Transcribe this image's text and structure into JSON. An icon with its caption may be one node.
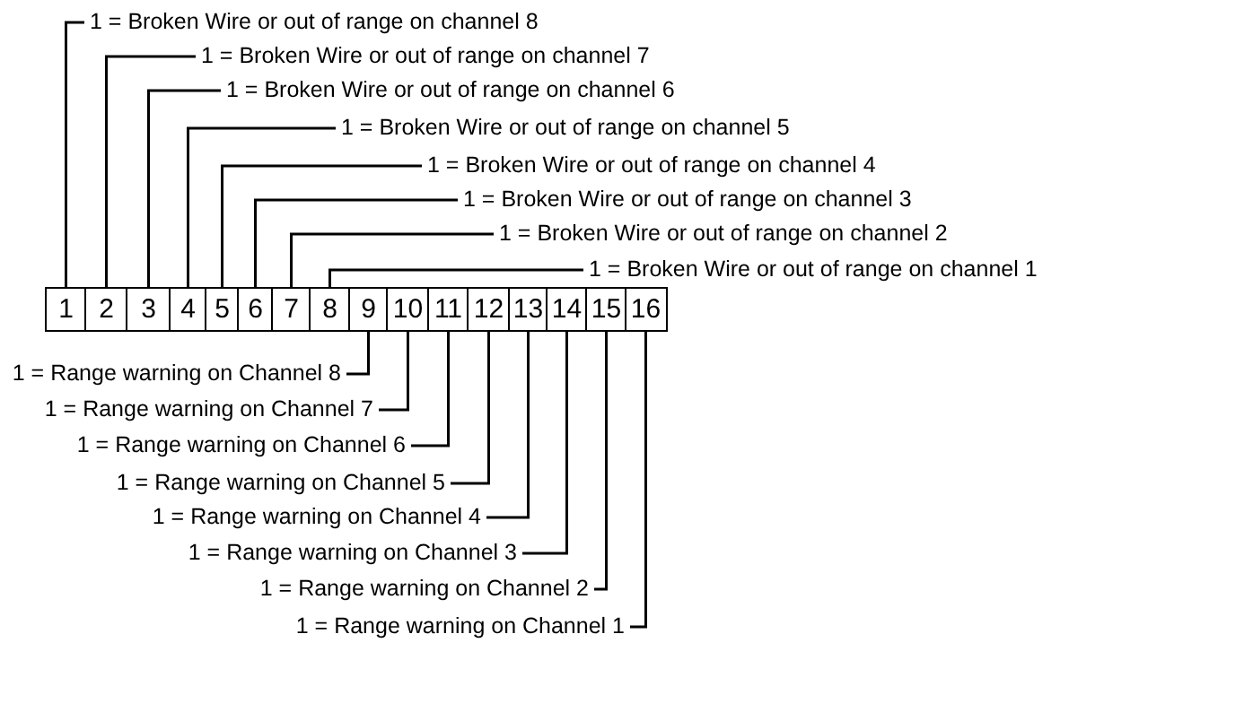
{
  "diagram": {
    "nodes": [
      {
        "text": [
          "1 = Broken Wire or out of range on channel 8"
        ]
      },
      {
        "text": [
          "1 = Broken Wire or out of range on channel 7"
        ]
      },
      {
        "text": [
          "1 = Broken Wire or out of range on channel 6"
        ]
      },
      {
        "text": [
          "1 = Broken Wire or out of range on channel 5"
        ]
      },
      {
        "text": [
          "1 = Broken Wire or out of range on channel 4"
        ]
      },
      {
        "text": [
          "1 = Broken Wire or out of range on channel 3"
        ]
      },
      {
        "text": [
          "1 = Broken Wire or out of range on channel 2"
        ]
      },
      {
        "text": [
          "1 = Broken Wire or out of range on channel 1"
        ]
      },
      {
        "text": [
          "1"
        ]
      },
      {
        "text": [
          "2"
        ]
      },
      {
        "text": [
          "3"
        ]
      },
      {
        "text": [
          "4"
        ]
      },
      {
        "text": [
          "5"
        ]
      },
      {
        "text": [
          "6"
        ]
      },
      {
        "text": [
          "7"
        ]
      },
      {
        "text": [
          "8"
        ]
      },
      {
        "text": [
          "9"
        ]
      },
      {
        "text": [
          "10"
        ]
      },
      {
        "text": [
          "11"
        ]
      },
      {
        "text": [
          "12"
        ]
      },
      {
        "text": [
          "13"
        ]
      },
      {
        "text": [
          "14"
        ]
      },
      {
        "text": [
          "15"
        ]
      },
      {
        "text": [
          "16"
        ]
      },
      {
        "text": [
          "1 = Range warning on Channel 8"
        ]
      },
      {
        "text": [
          "1 = Range warning on Channel 7"
        ]
      },
      {
        "text": [
          "1 = Range warning on Channel 6"
        ]
      },
      {
        "text": [
          "1 = Range warning on Channel 5"
        ]
      },
      {
        "text": [
          "1 = Range warning on Channel 4"
        ]
      },
      {
        "text": [
          "1 = Range warning on Channel 3"
        ]
      },
      {
        "text": [
          "1 = Range warning on Channel 2"
        ]
      },
      {
        "text": [
          "1 = Range warning on Channel 1"
        ]
      }
    ],
    "edges": [
      {
        "from": 0,
        "to": 8,
        "arrow": "none"
      },
      {
        "from": 1,
        "to": 9,
        "arrow": "none"
      },
      {
        "from": 2,
        "to": 10,
        "arrow": "none"
      },
      {
        "from": 3,
        "to": 11,
        "arrow": "none"
      },
      {
        "from": 4,
        "to": 12,
        "arrow": "none"
      },
      {
        "from": 5,
        "to": 13,
        "arrow": "none"
      },
      {
        "from": 6,
        "to": 14,
        "arrow": "none"
      },
      {
        "from": 7,
        "to": 15,
        "arrow": "none"
      },
      {
        "from": 24,
        "to": 16,
        "arrow": "none"
      },
      {
        "from": 25,
        "to": 17,
        "arrow": "none"
      },
      {
        "from": 26,
        "to": 18,
        "arrow": "none"
      },
      {
        "from": 27,
        "to": 19,
        "arrow": "none"
      },
      {
        "from": 28,
        "to": 20,
        "arrow": "none"
      },
      {
        "from": 29,
        "to": 21,
        "arrow": "none"
      },
      {
        "from": 30,
        "to": 22,
        "arrow": "none"
      },
      {
        "from": 31,
        "to": 23,
        "arrow": "none"
      }
    ]
  }
}
